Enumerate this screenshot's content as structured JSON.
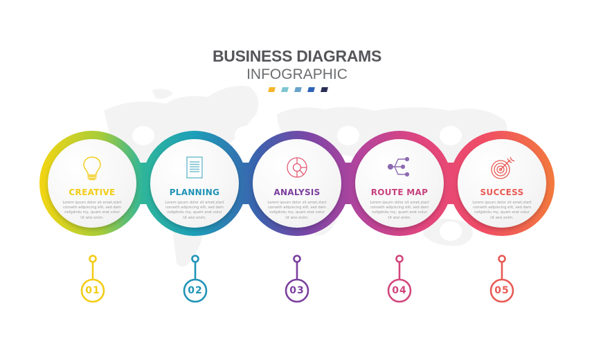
{
  "header": {
    "title": "BUSINESS DIAGRAMS",
    "subtitle": "INFOGRAPHIC",
    "dash_colors": [
      "#f7b52c",
      "#7ec6d2",
      "#6aa3cc",
      "#2e63b8",
      "#2a2d55"
    ]
  },
  "steps": [
    {
      "number": "01",
      "label": "CREATIVE",
      "icon": "lightbulb-icon",
      "color": "#f2cc16",
      "ring_start": "#f0d41a",
      "ring_end": "#2fb39a",
      "description": [
        "Lorem ipsum dolor sit amet,start",
        "conseth adipiscing elit, sed dam",
        "nofgdndu my, quam erat volur",
        "Ut wisi enim."
      ]
    },
    {
      "number": "02",
      "label": "PLANNING",
      "icon": "document-icon",
      "color": "#1f93b6",
      "ring_start": "#22aa9f",
      "ring_end": "#2e6fb4",
      "description": [
        "Lorem ipsum dolor sit amet,start",
        "conseth adipiscing elit, sed dam",
        "nofgdndu my, quam erat volur",
        "Ut wisi enim."
      ]
    },
    {
      "number": "03",
      "label": "ANALYSIS",
      "icon": "pie-chart-icon",
      "color": "#7b3f9e",
      "ring_start": "#4d5db0",
      "ring_end": "#b0429a",
      "description": [
        "Lorem ipsum dolor sit amet,start",
        "conseth adipiscing elit, sed dam",
        "nofgdndu my, quam erat volur",
        "Ut wisi enim."
      ]
    },
    {
      "number": "04",
      "label": "ROUTE MAP",
      "icon": "route-branch-icon",
      "color": "#c8427e",
      "ring_start": "#b5449a",
      "ring_end": "#ef4f72",
      "description": [
        "Lorem ipsum dolor sit amet,start",
        "conseth adipiscing elit, sed dam",
        "nofgdndu my, quam erat volur",
        "Ut wisi enim."
      ]
    },
    {
      "number": "05",
      "label": "SUCCESS",
      "icon": "target-icon",
      "color": "#e85a55",
      "ring_start": "#ee4a6c",
      "ring_end": "#f0743f",
      "description": [
        "Lorem ipsum dolor sit amet,start",
        "conseth adipiscing elit, sed dam",
        "nofgdndu my, quam erat volur",
        "Ut wisi enim."
      ]
    }
  ]
}
